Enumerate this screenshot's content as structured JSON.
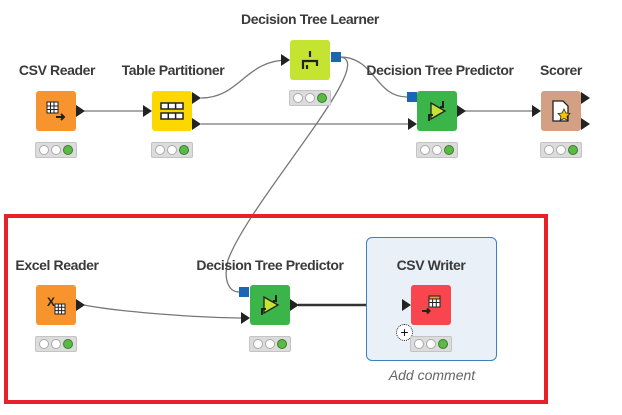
{
  "nodes": [
    {
      "id": "csv-reader",
      "label": "CSV Reader",
      "color": "#f7942e",
      "icon": "table-read-icon"
    },
    {
      "id": "table-partitioner",
      "label": "Table Partitioner",
      "color": "#fcd800",
      "icon": "partition-icon"
    },
    {
      "id": "dt-learner",
      "label": "Decision Tree Learner",
      "color": "#c5e331",
      "icon": "tree-icon"
    },
    {
      "id": "dt-predictor-1",
      "label": "Decision Tree Predictor",
      "color": "#3bb54a",
      "icon": "predictor-icon"
    },
    {
      "id": "scorer",
      "label": "Scorer",
      "color": "#d3a083",
      "icon": "scorer-icon"
    },
    {
      "id": "excel-reader",
      "label": "Excel Reader",
      "color": "#f7942e",
      "icon": "excel-icon"
    },
    {
      "id": "dt-predictor-2",
      "label": "Decision Tree Predictor",
      "color": "#3bb54a",
      "icon": "predictor-icon"
    },
    {
      "id": "csv-writer",
      "label": "CSV Writer",
      "color": "#f9454d",
      "icon": "table-write-icon"
    }
  ],
  "selection": {
    "comment_placeholder": "Add comment",
    "add_symbol": "+"
  },
  "colors": {
    "highlight": "#e8202a",
    "selection_border": "#3b7fc1",
    "model_port": "#1a66b0"
  }
}
